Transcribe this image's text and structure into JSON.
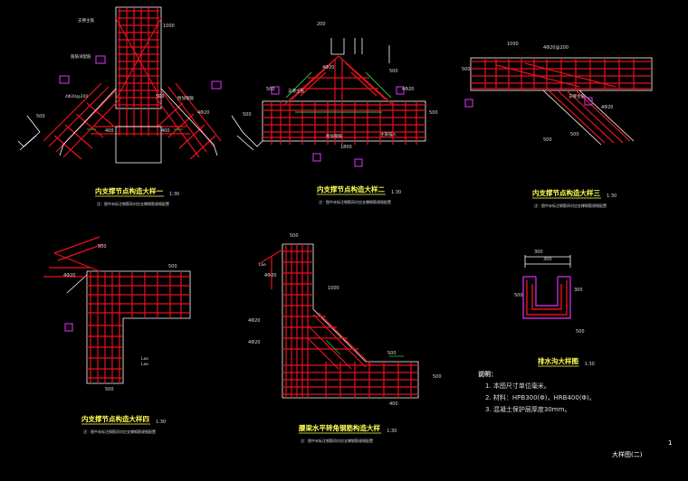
{
  "colors": {
    "background": "#000000",
    "rebar": "#e8111d",
    "dims": "#dcdcdc",
    "outline": "#ffffff",
    "stirrup_green": "#22c04a",
    "magenta": "#c02ad6",
    "title_yellow": "#ffff55",
    "label_cyan": "#66ccff"
  },
  "details": [
    {
      "title": "内支撑节点构造大样一",
      "scale": "1:30",
      "note": "注：图中未标注钢筋同对应支撑钢筋规格配置",
      "labels": [
        "支撑主筋",
        "箍筋详配筋",
        "附加钢筋",
        "4Φ20@200"
      ],
      "dims": [
        "1000",
        "500",
        "400",
        "400",
        "500",
        "4Φ20",
        "500"
      ]
    },
    {
      "title": "内支撑节点构造大样二",
      "scale": "1:30",
      "note": "注：图中未标注钢筋同对应支撑钢筋规格配置",
      "labels": [
        "支撑主筋",
        "附加钢筋",
        "主筋锚入"
      ],
      "dims": [
        "200",
        "500",
        "4Φ20",
        "1800",
        "500",
        "500",
        "4Φ20"
      ]
    },
    {
      "title": "内支撑节点构造大样三",
      "scale": "1:30",
      "note": "注：图中未标注钢筋同对应支撑钢筋规格配置",
      "labels": [
        "支撑主筋"
      ],
      "dims": [
        "1000",
        "4Φ20@200",
        "4Φ20",
        "500",
        "500",
        "500"
      ]
    },
    {
      "title": "内支撑节点构造大样四",
      "scale": "1:30",
      "note": "注：图中未标注钢筋同对应支撑钢筋规格配置",
      "labels": [
        "Lae"
      ],
      "dims": [
        "500",
        "4Φ20",
        "500",
        "500"
      ]
    },
    {
      "title": "腰梁水平转角钢筋构造大样",
      "scale": "1:30",
      "note": "注：图中未标注钢筋同对应支撑钢筋规格配置",
      "labels": [
        "Lae",
        "Lae"
      ],
      "dims": [
        "500",
        "4Φ20",
        "1000",
        "4Φ20",
        "4Φ20",
        "500",
        "400",
        "500"
      ]
    },
    {
      "title": "排水沟大样图",
      "scale": "1:30",
      "note": "",
      "labels": [],
      "dims": [
        "300",
        "300",
        "500",
        "300",
        "500"
      ]
    }
  ],
  "notes": {
    "heading": "说明：",
    "lines": [
      "1. 本图尺寸单位毫米。",
      "2. 材料：HPB300(Φ)，HRB400(Φ)。",
      "3. 混凝土保护层厚度30mm。"
    ]
  },
  "sheet_title": "大样图(二)",
  "page_number": "1"
}
